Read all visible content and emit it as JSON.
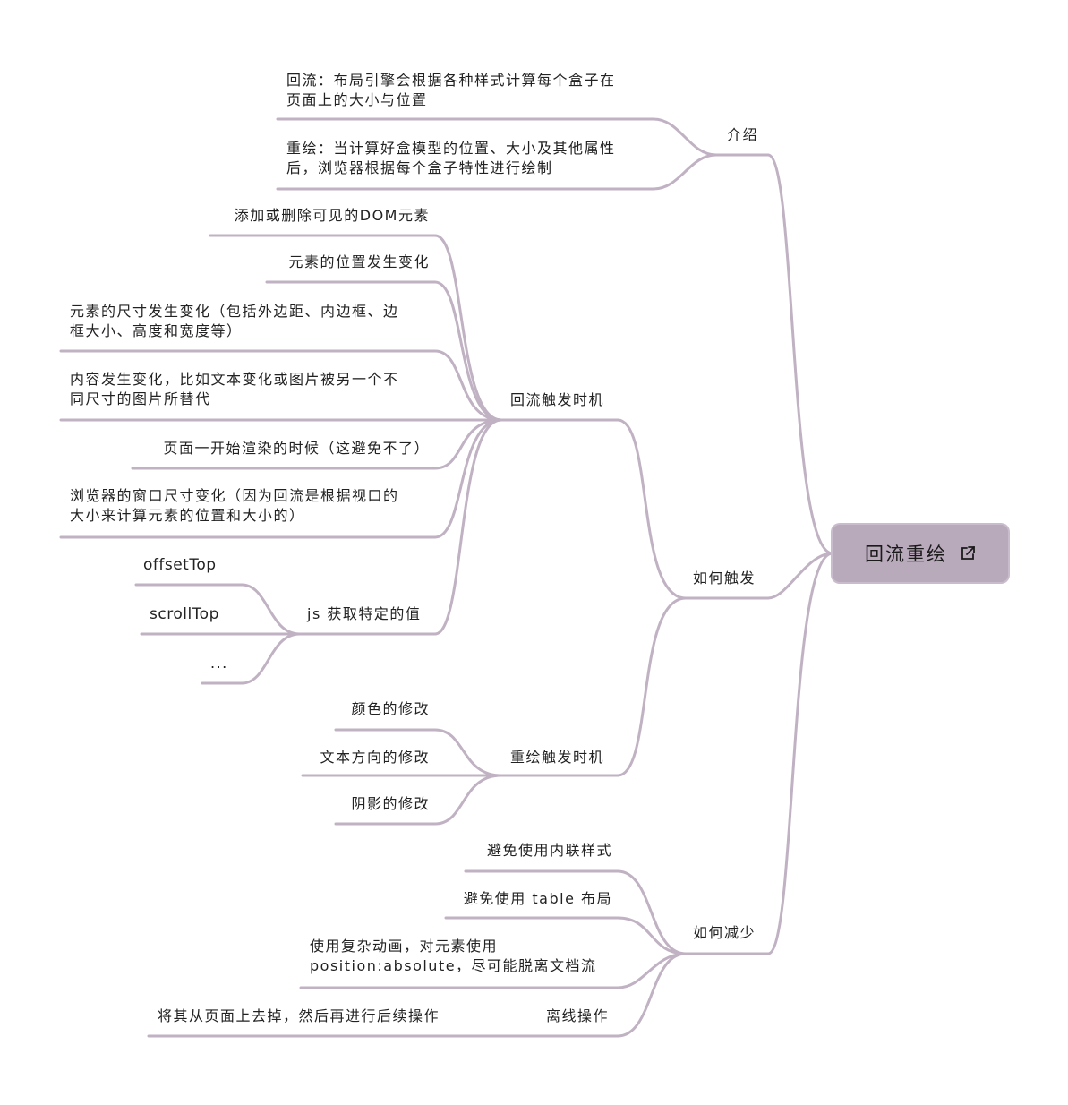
{
  "colors": {
    "branch": "#c0b2c3",
    "root_fill": "#b8a9bb"
  },
  "root": {
    "label": "回流重绘",
    "icon": "external-link-icon"
  },
  "intro": {
    "label": "介绍",
    "reflow": [
      "回流：布局引擎会根据各种样式计算每个盒子在",
      "页面上的大小与位置"
    ],
    "repaint": [
      "重绘：当计算好盒模型的位置、大小及其他属性",
      "后，浏览器根据每个盒子特性进行绘制"
    ]
  },
  "trigger": {
    "label": "如何触发",
    "reflow_timing": {
      "label": "回流触发时机",
      "items": [
        [
          "添加或删除可见的DOM元素"
        ],
        [
          "元素的位置发生变化"
        ],
        [
          "元素的尺寸发生变化（包括外边距、内边框、边",
          "框大小、高度和宽度等）"
        ],
        [
          "内容发生变化，比如文本变化或图片被另一个不",
          "同尺寸的图片所替代"
        ],
        [
          "页面一开始渲染的时候（这避免不了）"
        ],
        [
          "浏览器的窗口尺寸变化（因为回流是根据视口的",
          "大小来计算元素的位置和大小的）"
        ]
      ],
      "js": {
        "label": "js 获取特定的值",
        "items": [
          "offsetTop",
          "scrollTop",
          "..."
        ]
      }
    },
    "repaint_timing": {
      "label": "重绘触发时机",
      "items": [
        "颜色的修改",
        "文本方向的修改",
        "阴影的修改"
      ]
    }
  },
  "reduce": {
    "label": "如何减少",
    "items": [
      [
        "避免使用内联样式"
      ],
      [
        "避免使用 table 布局"
      ],
      [
        "使用复杂动画，对元素使用",
        "position:absolute，尽可能脱离文档流"
      ]
    ],
    "offline": {
      "label": "离线操作",
      "detail": "将其从页面上去掉，然后再进行后续操作"
    }
  }
}
